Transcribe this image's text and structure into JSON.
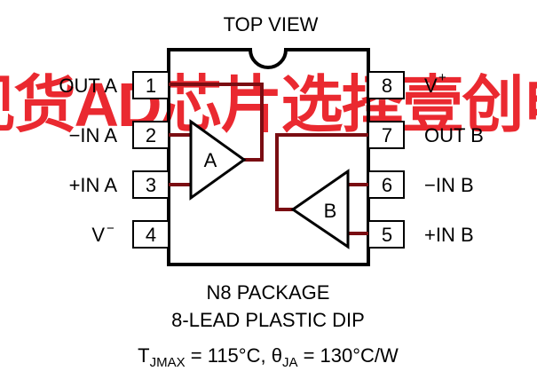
{
  "watermark": {
    "text": "买现货AD芯片选择壹创电子",
    "color": "#e8121a"
  },
  "title": "TOP VIEW",
  "pins": [
    {
      "number": "1",
      "label": "OUT A"
    },
    {
      "number": "2",
      "label": "−IN A"
    },
    {
      "number": "3",
      "label": "+IN A"
    },
    {
      "number": "4",
      "label": "V",
      "superscript": "−"
    },
    {
      "number": "5",
      "label": "+IN B"
    },
    {
      "number": "6",
      "label": "−IN B"
    },
    {
      "number": "7",
      "label": "OUT B"
    },
    {
      "number": "8",
      "label": "V",
      "superscript": "+"
    }
  ],
  "amplifiers": [
    {
      "label": "A"
    },
    {
      "label": "B"
    }
  ],
  "package_lines": [
    "N8 PACKAGE",
    "8-LEAD PLASTIC DIP"
  ],
  "thermal": {
    "t_symbol": "T",
    "t_sub": "JMAX",
    "t_value": " = 115°C, ",
    "theta_symbol": "θ",
    "theta_sub": "JA",
    "theta_value": " = 130°C/W"
  },
  "colors": {
    "wire": "#7a0d12",
    "outline": "#000000"
  }
}
